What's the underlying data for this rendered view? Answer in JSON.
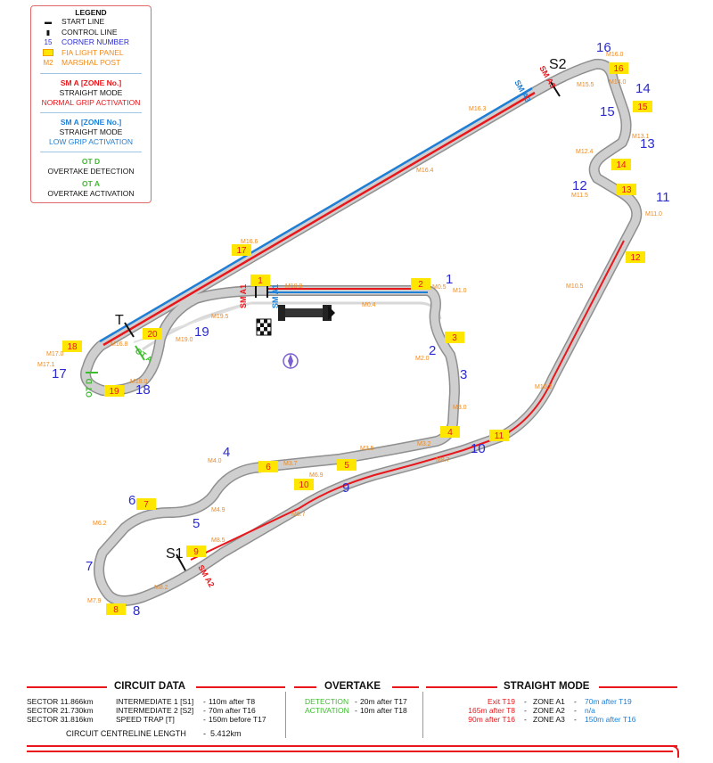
{
  "legend": {
    "title": "LEGEND",
    "items": [
      {
        "symbol": "start-line",
        "label": "START LINE",
        "color": "#111111"
      },
      {
        "symbol": "control-line",
        "label": "CONTROL LINE",
        "color": "#111111"
      },
      {
        "symbol": "15",
        "label": "CORNER NUMBER",
        "color": "#2b2bd0"
      },
      {
        "symbol": "fia-panel",
        "label": "FIA LIGHT PANEL",
        "color": "#f08a1c"
      },
      {
        "symbol": "M2",
        "label": "MARSHAL POST",
        "color": "#f08a1c"
      }
    ],
    "sm_red": {
      "title": "SM A [ZONE No.]",
      "line1": "STRAIGHT MODE",
      "line2": "NORMAL GRIP ACTIVATION"
    },
    "sm_blue": {
      "title": "SM A [ZONE No.]",
      "line1": "STRAIGHT MODE",
      "line2": "LOW GRIP ACTIVATION"
    },
    "ot_d": {
      "title": "OT D",
      "line1": "OVERTAKE DETECTION"
    },
    "ot_a": {
      "title": "OT A",
      "line1": "OVERTAKE ACTIVATION"
    }
  },
  "map": {
    "colors": {
      "track": "#c9c9c9",
      "track_edge": "#8f8f8f",
      "corner": "#2b2bd0",
      "marshal": "#f08a1c",
      "panel_fill": "#ffe600",
      "sm_red": "#e8171c",
      "sm_blue": "#1e7fd6",
      "overtake": "#3dbd2d"
    },
    "corners": [
      "1",
      "2",
      "3",
      "4",
      "5",
      "6",
      "7",
      "8",
      "9",
      "10",
      "11",
      "12",
      "13",
      "14",
      "15",
      "16",
      "17",
      "18",
      "19"
    ],
    "panels": [
      "1",
      "2",
      "3",
      "4",
      "5",
      "6",
      "7",
      "8",
      "9",
      "10",
      "11",
      "12",
      "13",
      "14",
      "15",
      "16",
      "17",
      "18",
      "19",
      "20"
    ],
    "marshals": [
      "M0.5",
      "M1.0",
      "M0.4",
      "M2.0",
      "M3.0",
      "M3.2",
      "M3.5",
      "M3.7",
      "M4.0",
      "M4.9",
      "M6.2",
      "M6.7",
      "M6.9",
      "M7.9",
      "M8.2",
      "M8.5",
      "M8.7",
      "M10.2",
      "M10.5",
      "M11.0",
      "M11.5",
      "M12.4",
      "M13.1",
      "M14.0",
      "M15.5",
      "M16.0",
      "M16.3",
      "M16.4",
      "M16.6",
      "M16.8",
      "M17.0",
      "M17.1",
      "M18.0",
      "M19.0",
      "M19.5",
      "M19.9"
    ],
    "sectors": [
      "S1",
      "S2",
      "T"
    ],
    "sm_labels": {
      "a1_red": "SM A1",
      "a1_blue": "SM A1",
      "a2": "SM A2",
      "a3_red": "SM A3",
      "a3_blue": "SM A3"
    },
    "ot_labels": {
      "ota": "OT A",
      "otd": "OT D"
    }
  },
  "circuit_data": {
    "title": "CIRCUIT DATA",
    "sectors": [
      {
        "label": "SECTOR 1",
        "value": "1.866km"
      },
      {
        "label": "SECTOR 2",
        "value": "1.730km"
      },
      {
        "label": "SECTOR 3",
        "value": "1.816km"
      }
    ],
    "details": [
      {
        "label": "INTERMEDIATE 1 [S1]",
        "value": "110m after T8"
      },
      {
        "label": "INTERMEDIATE 2 [S2]",
        "value": "70m after T16"
      },
      {
        "label": "SPEED TRAP [T]",
        "value": "150m before T17"
      }
    ],
    "centreline_label": "CIRCUIT CENTRELINE LENGTH",
    "centreline_value": "5.412km"
  },
  "overtake": {
    "title": "OVERTAKE",
    "rows": [
      {
        "label": "DETECTION",
        "value": "20m after T17"
      },
      {
        "label": "ACTIVATION",
        "value": "10m after T18"
      }
    ]
  },
  "straight_mode": {
    "title": "STRAIGHT MODE",
    "rows": [
      {
        "position": "Exit T19",
        "zone": "ZONE A1",
        "value": "70m after T19"
      },
      {
        "position": "165m after T8",
        "zone": "ZONE A2",
        "value": "n/a"
      },
      {
        "position": "90m after T16",
        "zone": "ZONE A3",
        "value": "150m after T16"
      }
    ]
  }
}
